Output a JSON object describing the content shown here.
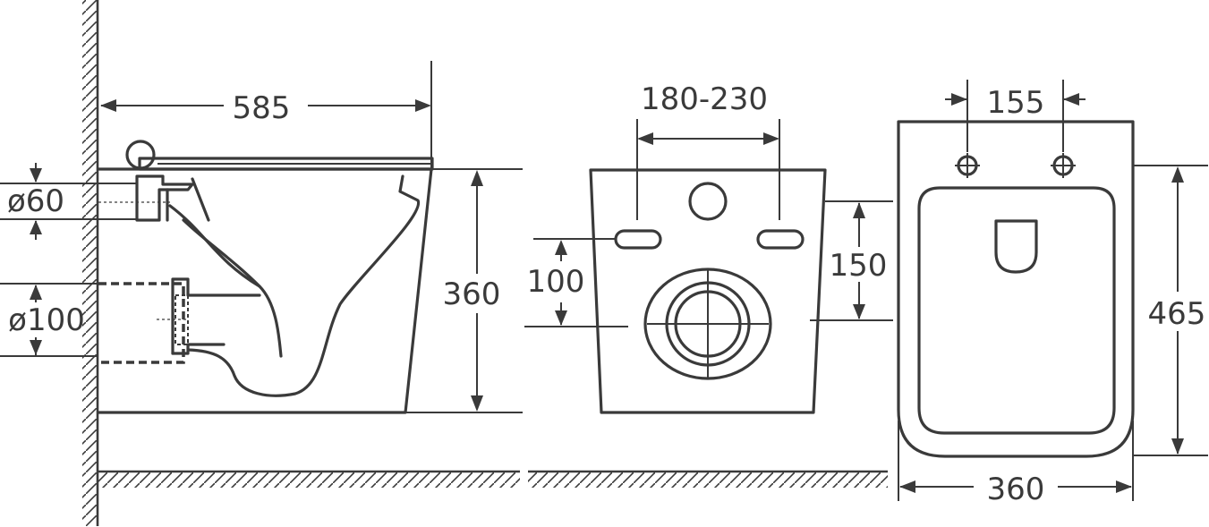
{
  "side_view": {
    "width_label": "585",
    "height_label": "360",
    "inlet_label": "ø60",
    "outlet_label": "ø100"
  },
  "back_view": {
    "bolt_spacing_label": "180-230",
    "outlet_height_label": "100",
    "bolt_height_label": "150"
  },
  "top_view": {
    "hole_spacing_label": "155",
    "length_label": "465",
    "width_label": "360"
  },
  "colors": {
    "line": "#3a3a3a",
    "background": "#ffffff"
  }
}
